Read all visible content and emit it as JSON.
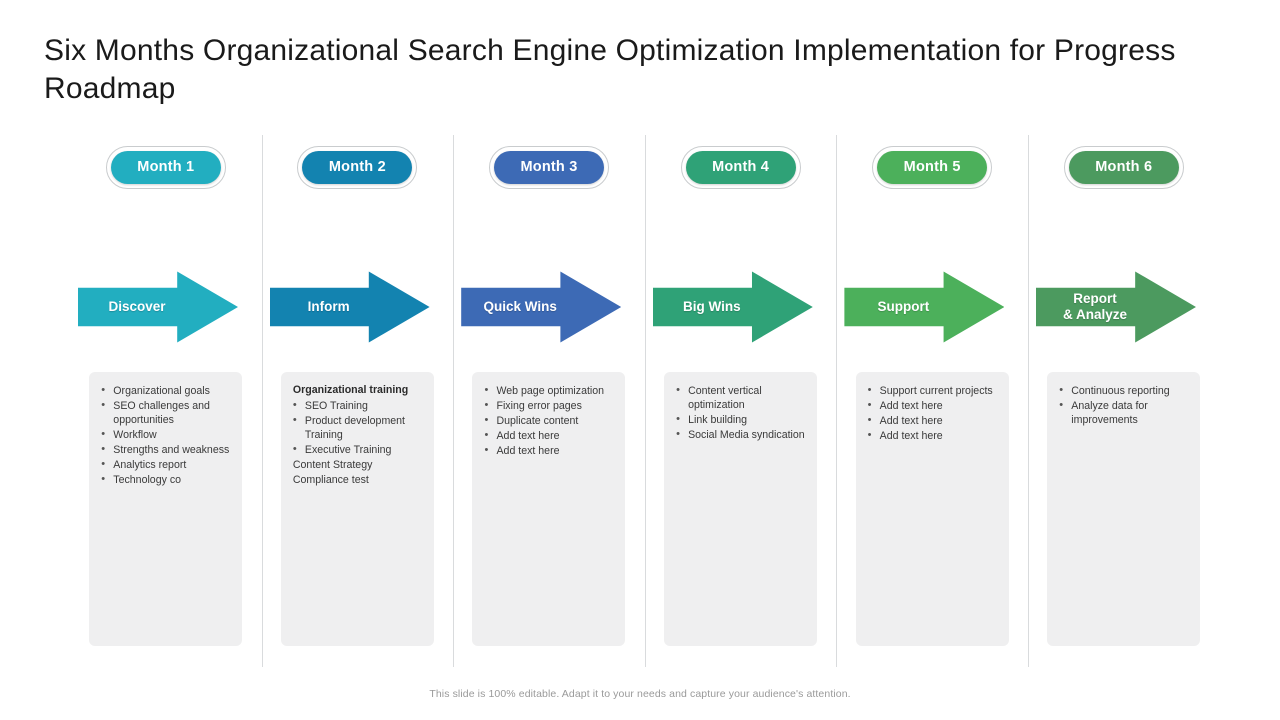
{
  "slide": {
    "title": "Six Months Organizational Search Engine Optimization Implementation for Progress Roadmap",
    "footer": "This slide is 100% editable. Adapt it to your needs and capture your audience's attention."
  },
  "palette": {
    "teal": "#22AEC0",
    "blue_dark": "#1383B0",
    "blue_indigo": "#3D6AB5",
    "green_teal": "#2FA277",
    "green": "#4CB05B",
    "green_deep": "#4C9A5F",
    "panel_bg": "#efeff0",
    "divider": "#d9dbdd",
    "title_color": "#1a1a1a",
    "footer_color": "#9a9a9a"
  },
  "columns": [
    {
      "month_label": "Month 1",
      "month_color": "#22AEC0",
      "stage_label": "Discover",
      "stage_color": "#22AEC0",
      "head": "",
      "bullets": [
        "Organizational goals",
        "SEO challenges and opportunities",
        "Workflow",
        "Strengths and weakness",
        "Analytics report",
        "Technology co"
      ],
      "tail": []
    },
    {
      "month_label": "Month 2",
      "month_color": "#1383B0",
      "stage_label": "Inform",
      "stage_color": "#1383B0",
      "head": "Organizational training",
      "bullets": [
        "SEO Training",
        "Product development Training",
        "Executive Training"
      ],
      "tail": [
        "Content Strategy",
        "Compliance test"
      ]
    },
    {
      "month_label": "Month 3",
      "month_color": "#3D6AB5",
      "stage_label": "Quick Wins",
      "stage_color": "#3D6AB5",
      "head": "",
      "bullets": [
        "Web page optimization",
        "Fixing error pages",
        "Duplicate content",
        "Add text here",
        "Add text here"
      ],
      "tail": []
    },
    {
      "month_label": "Month 4",
      "month_color": "#2FA277",
      "stage_label": "Big Wins",
      "stage_color": "#2FA277",
      "head": "",
      "bullets": [
        "Content vertical optimization",
        "Link building",
        "Social Media syndication"
      ],
      "tail": []
    },
    {
      "month_label": "Month 5",
      "month_color": "#4CB05B",
      "stage_label": "Support",
      "stage_color": "#4CB05B",
      "head": "",
      "bullets": [
        "Support current projects",
        "Add text here",
        "Add text here",
        "Add text here"
      ],
      "tail": []
    },
    {
      "month_label": "Month 6",
      "month_color": "#4C9A5F",
      "stage_label": "Report\n& Analyze",
      "stage_color": "#4C9A5F",
      "head": "",
      "bullets": [
        "Continuous reporting",
        "Analyze  data for improvements"
      ],
      "tail": []
    }
  ]
}
